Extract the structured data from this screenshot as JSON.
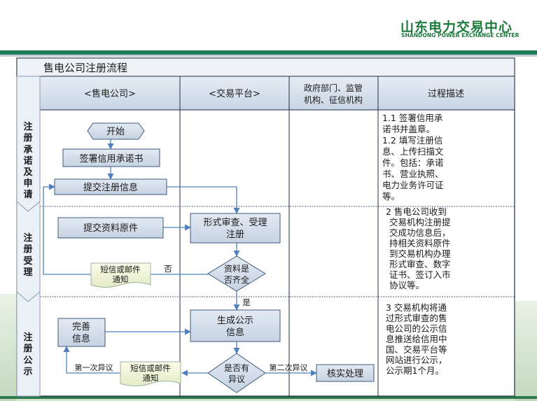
{
  "brand": {
    "name_cn": "山东电力交易中心",
    "name_en": "SHANDONG POWER EXCHANGE CENTER"
  },
  "diagram": {
    "title": "售电公司注册流程",
    "columns": {
      "company": "<售电公司>",
      "platform": "<交易平台>",
      "gov_line1": "政府部门、监管",
      "gov_line2": "机构、征信机构",
      "desc": "过程描述"
    },
    "stages": {
      "s1": [
        "注",
        "册",
        "承",
        "诺",
        "及",
        "申",
        "请"
      ],
      "s2": [
        "注",
        "册",
        "受",
        "理"
      ],
      "s3": [
        "注",
        "册",
        "公",
        "示"
      ]
    },
    "nodes": {
      "start": "开始",
      "sign": "签署信用承诺书",
      "submit": "提交注册信息",
      "submit_docs": "提交资料原件",
      "review_line1": "形式审查、受理",
      "review_line2": "注册",
      "complete_q_line1": "资料是",
      "complete_q_line2": "否齐全",
      "sms1_line1": "短信或邮件",
      "sms1_line2": "通知",
      "gen_line1": "生成公示",
      "gen_line2": "信息",
      "improve_line1": "完善",
      "improve_line2": "信息",
      "objection_q_line1": "是否有",
      "objection_q_line2": "异议",
      "sms2_line1": "短信或邮件",
      "sms2_line2": "通知",
      "verify": "核实处理"
    },
    "edges": {
      "no": "否",
      "yes": "是",
      "first_objection": "第一次异议",
      "second_objection": "第二次异议"
    },
    "descriptions": {
      "d1": [
        "1.1 签署信用承",
        "诺书并盖章。",
        "1.2 填写注册信",
        "息、上传扫描文",
        "件。包括：承诺",
        "书、营业执照、",
        "电力业务许可证",
        "等。"
      ],
      "d2": [
        "2 售电公司收到",
        "交易机构注册提",
        "交成功信息后，",
        "持相关资料原件",
        "到交易机构办理",
        "形式审查、数字",
        "证书、签订入市",
        "协议等。"
      ],
      "d3": [
        "3 交易机构将通",
        "过形式审查的售",
        "电公司的公示信",
        "息推送给信用中",
        "国、交易平台等",
        "网站进行公示，",
        "公示期1个月。"
      ]
    }
  },
  "colors": {
    "brand_green": "#1d7a3d",
    "header_fill": "#d9e2ee",
    "box_fill": "#d9e2ee",
    "box_stroke": "#3c5a7a",
    "arrow": "#4f81bd"
  }
}
